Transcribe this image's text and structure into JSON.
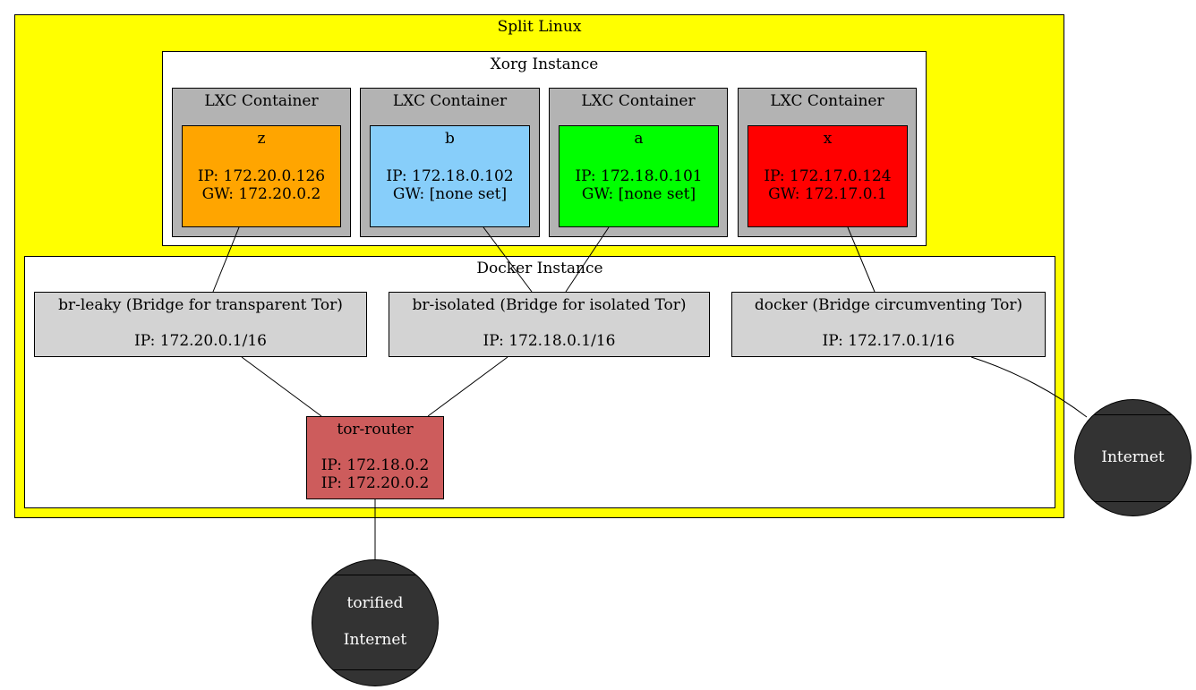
{
  "split_linux": {
    "label": "Split Linux",
    "color": "#ffff00"
  },
  "xorg": {
    "label": "Xorg Instance",
    "color": "#ffffff"
  },
  "containers": [
    {
      "label": "LXC Container",
      "name": "z",
      "ip": "IP: 172.20.0.126",
      "gw": "GW: 172.20.0.2",
      "color": "#ffa500"
    },
    {
      "label": "LXC Container",
      "name": "b",
      "ip": "IP: 172.18.0.102",
      "gw": "GW: [none set]",
      "color": "#87cefa"
    },
    {
      "label": "LXC Container",
      "name": "a",
      "ip": "IP: 172.18.0.101",
      "gw": "GW: [none set]",
      "color": "#00ff00"
    },
    {
      "label": "LXC Container",
      "name": "x",
      "ip": "IP: 172.17.0.124",
      "gw": "GW: 172.17.0.1",
      "color": "#ff0000"
    }
  ],
  "docker": {
    "label": "Docker Instance",
    "color": "#ffffff"
  },
  "bridges": [
    {
      "title": "br-leaky (Bridge for transparent Tor)",
      "ip": "IP: 172.20.0.1/16"
    },
    {
      "title": "br-isolated (Bridge for isolated Tor)",
      "ip": "IP: 172.18.0.1/16"
    },
    {
      "title": "docker (Bridge circumventing Tor)",
      "ip": "IP: 172.17.0.1/16"
    }
  ],
  "tor_router": {
    "title": "tor-router",
    "ip1": "IP: 172.18.0.2",
    "ip2": "IP: 172.20.0.2",
    "color": "#cd5c5c"
  },
  "internet": {
    "label": "Internet",
    "color": "#333333"
  },
  "torified": {
    "line1": "torified",
    "line2": "Internet",
    "color": "#333333"
  },
  "edges": [
    [
      "container-z",
      "bridge-leaky"
    ],
    [
      "container-b",
      "bridge-isolated"
    ],
    [
      "container-a",
      "bridge-isolated"
    ],
    [
      "container-x",
      "bridge-docker"
    ],
    [
      "bridge-leaky",
      "tor-router"
    ],
    [
      "bridge-isolated",
      "tor-router"
    ],
    [
      "bridge-docker",
      "internet"
    ],
    [
      "tor-router",
      "torified-internet"
    ]
  ]
}
